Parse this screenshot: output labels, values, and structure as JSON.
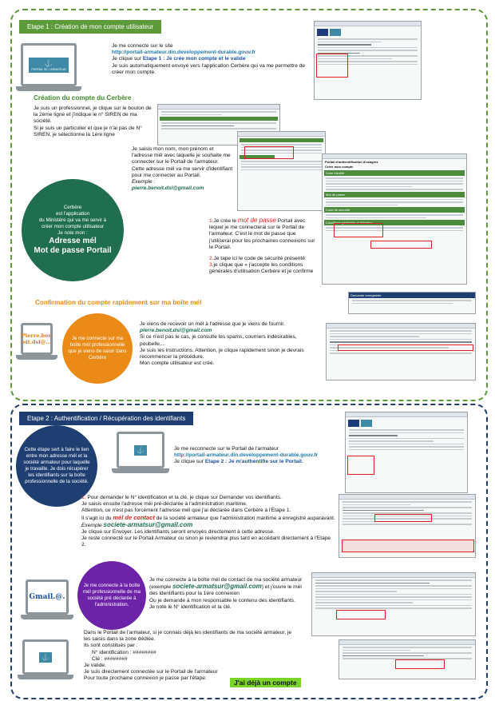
{
  "etape1": {
    "header": "Etape 1 : Création de mon compte utilisateur",
    "intro": {
      "l1": "Je me connecte sur le site",
      "url": "http://portail-armateur.din.developpement-durable.gouv.fr",
      "l2a": "Je clique sur ",
      "l2b": "Etape 1 : Je crée mon compte et le valide",
      "l3": "Je suis automatiquement envoyé vers l'application Cerbère qui va me permettre de créer mon compte."
    },
    "logo_text": "PORTAIL DE L'ARMATEUR",
    "cerbere_title": "Création du compte du Cerbère",
    "cerbere_p1": "Je suis un professionnel, je clique sur le bouton de la 2ème ligne et j'indique le n° SIREN de ma société.",
    "cerbere_p2": "Si je suis un particulier et que je n'ai pas de N° SIREN, je sélectionne la 1ère ligne",
    "saisie_p": "Je saisis mon nom, mon prénom et l'adresse mél avec laquelle je souhaite me connecter sur le Portail de l'armateur.",
    "saisie_p2": "Cette adresse mél va me servir d'identifiant pour me connecter au Portail.",
    "exemple_label": "Exemple :",
    "exemple_mail": "pierre.benoit.dsl@gmail.com",
    "circle_green": {
      "l1": "Cerbère",
      "l2": "est l'application",
      "l3": "du Ministère qui va me servir à",
      "l4": "créer mon compte utilisateur",
      "l5": "Je note mon :",
      "l6": "Adresse mél",
      "l7": "Mot de passe Portail"
    },
    "mdp_p1a": "1.",
    "mdp_p1b": "Je crée le ",
    "mdp_p1c": "mot de passe",
    "mdp_p1d": " Portail avec lequel je me connecterai sur le Portail de l'armateur. C'est le mot de passe que j'utiliserai pour les prochaines connexions sur le Portail.",
    "mdp_p2a": "2.",
    "mdp_p2b": "Je tape ici le code de sécurité présenté.",
    "mdp_p3a": "3.",
    "mdp_p3b": "je clique que « j'accepte les conditions générales d'utilisation Cerbère et je confirme",
    "confirm_title": "Confirmation du compte rapidement sur ma boîte mél",
    "circle_orange": "Je me connecte sur ma boîte mél professionnelle que je viens de saisir dans Cerbère",
    "note_text": "Pierre.ben oit.dsl@...",
    "confirm_p1": "Je viens de recevoir un mél à l'adresse que je viens de fournir.",
    "confirm_mail": "pierre.benoit.dsl@gmail.com",
    "confirm_p2": "Si ce n'est pas le cas, je consulte les spams, courriers indésirables, poubelle,...",
    "confirm_p3": "Je suis les instructions. Attention, je clique rapidement sinon je devrais recommencer la procédure.",
    "confirm_p4": "Mon compte utilisateur est créé.",
    "shot_create_title": "Portail d'authentification d'usagers",
    "shot_create_sub": "Créer mon compte",
    "shot_identite": "Votre identité",
    "shot_mdp": "Mot de passe",
    "shot_secu": "Code de sécurité",
    "shot_cgu": "Conditions générales d'utilisation",
    "shot_demande": "Demande enregistrée"
  },
  "etape2": {
    "header": "Etape 2 : Authentification / Récupération des identifiants",
    "circle_blue": "Cette étape sert à faire le lien entre mon adresse mél et la société armateur pour laquelle je travaille. Je dois récupérer les identifiants sur la boîte professionnelle de la société.",
    "p_reconnect": "Je me reconnecte sur le Portail de l'armateur",
    "url": "http://portail-armateur.din.developpement-durable.gouv.fr",
    "p_click_a": "Je clique sur ",
    "p_click_b": "Etape 2 : Je m'authentifie sur le Portail.",
    "demande_n": "1.",
    "demande_p1": "Pour demander le N° identification et la clé, je clique sur Demander vos identifiants.",
    "demande_p2": "Je saisis ensuite l'adresse mél pré-déclarée à l'administration maritime.",
    "demande_p3": "Attention, ce n'est pas forcément l'adresse mél que j'ai déclarée dans Cerbère à l'Etape 1.",
    "demande_p4a": "Il s'agit ici du ",
    "demande_p4b": "mél de contact",
    "demande_p4c": " de la société armateur que l'administration maritime a enregistré auparavant.",
    "exemple_label": "Exemple",
    "exemple_mail": "societe-armatsur@gmail.com",
    "demande_p5": "Je clique sur Envoyer. Les identifiants seront envoyés directement à cette adresse.",
    "demande_p6": "Je reste connecté sur le Portail Armateur ou sinon je reviendrai plus tard en accédant directement à l'Etape 2.",
    "circle_purple": "Je me connecte à la boîte mél professionnelle de ma société pré déclarée à l'administration.",
    "gmail_label": "Gmail.@.",
    "mail_p1": "Je me connecte à la boîte mél de contact de ma société armateur (exemple ",
    "mail_p1_ex": "societe-armatsur@gmail.com",
    "mail_p1_end": ") et j'ouvre le mél des identifiants pour la 1ère connexion",
    "mail_p2": "Ou je demande à mon responsable le contenu des identifiants.",
    "mail_p3": "Je note le N° identification et la clé.",
    "final_p1": "Dans le Portail de l'armateur, si je connais déjà les identifiants de ma société armateur, je les saisis dans la zone dédiée.",
    "final_p2": "Ils sont constitués par :",
    "final_p3": "N° identification : ########",
    "final_p4": "Clé : ########",
    "final_p5": "Je valide.",
    "final_p6": "Je suis directement connectée sur le Portail de l'armateur",
    "final_p7": "Pour toute prochaine connexion je passe par l'étape:",
    "final_badge": "J'ai déjà un compte"
  },
  "colors": {
    "green": "#5c9a3a",
    "navy": "#1f3f73",
    "orange": "#ea8a17",
    "purple": "#6c23a8",
    "teal_circle": "#1f6e4f"
  }
}
